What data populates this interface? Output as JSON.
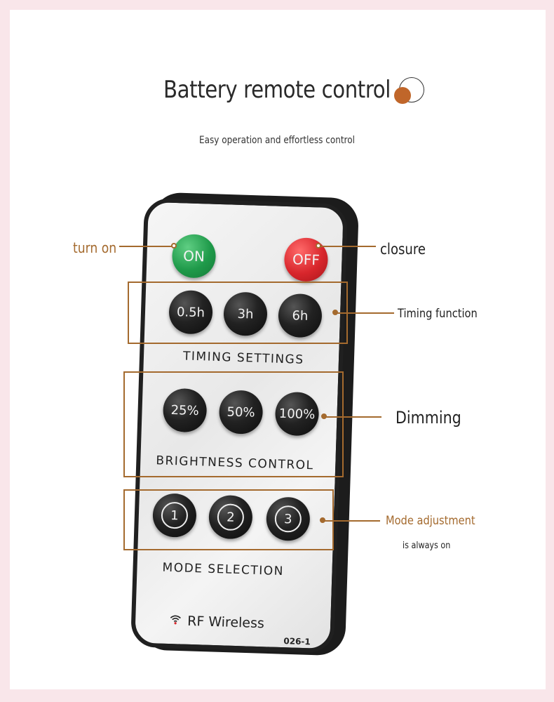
{
  "header": {
    "title": "Battery remote control",
    "subtitle": "Easy operation and effortless control"
  },
  "remote": {
    "on_label": "ON",
    "off_label": "OFF",
    "timing_buttons": [
      "0.5h",
      "3h",
      "6h"
    ],
    "timing_label": "TIMING SETTINGS",
    "brightness_buttons": [
      "25%",
      "50%",
      "100%"
    ],
    "brightness_label": "BRIGHTNESS CONTROL",
    "mode_buttons": [
      "1",
      "2",
      "3"
    ],
    "mode_label": "MODE SELECTION",
    "brand": "RF Wireless",
    "model": "026-1"
  },
  "callouts": {
    "turn_on": "turn on",
    "closure": "closure",
    "timing": "Timing function",
    "dimming": "Dimming",
    "mode": "Mode adjustment",
    "mode_note": "is always on"
  },
  "colors": {
    "accent": "#a46a2e",
    "title_dot": "#c0662a",
    "on_button": "#1f9a4a",
    "off_button": "#d8262c",
    "background": "#f9e6ea"
  },
  "icons": {
    "title": "circle-dot-icon",
    "brand": "wireless-signal-icon"
  }
}
